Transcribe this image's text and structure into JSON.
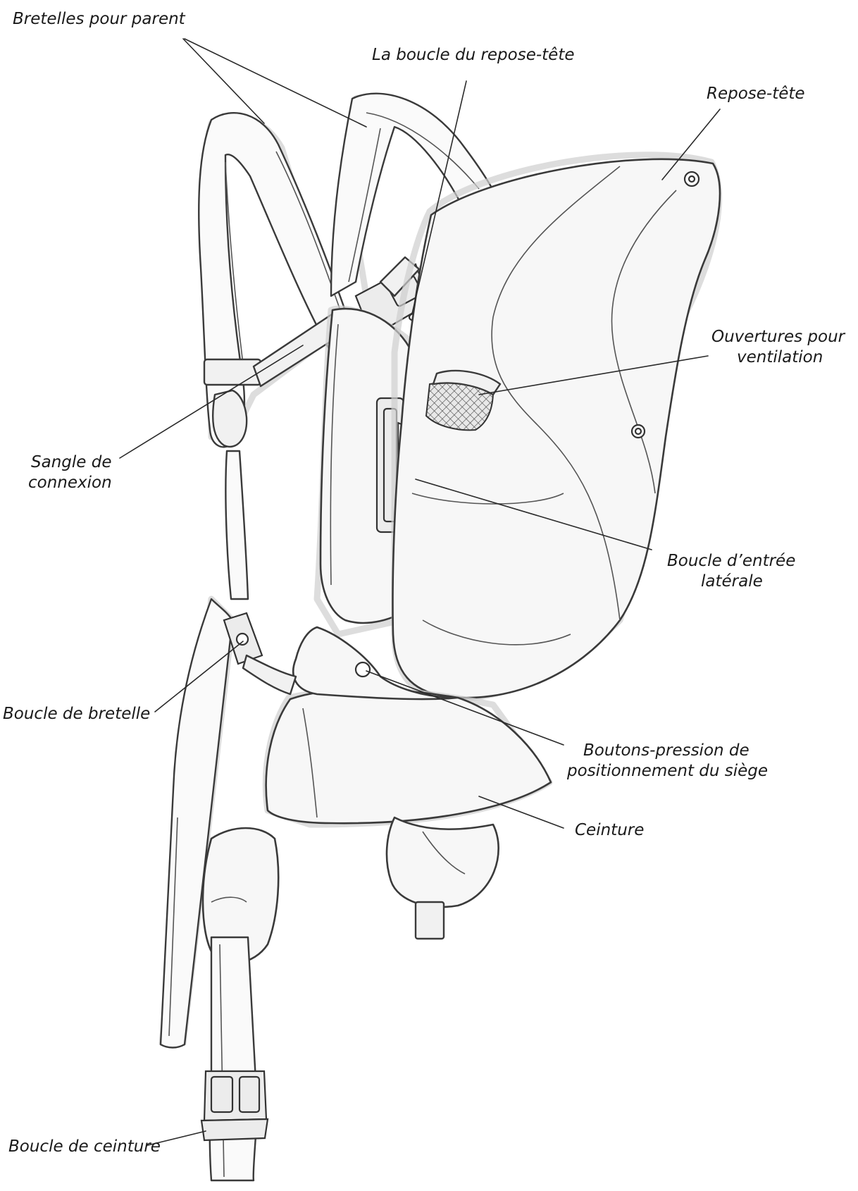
{
  "labels": {
    "bretelles_parent": "Bretelles pour parent",
    "boucle_repose_tete": "La boucle du repose-tête",
    "repose_tete": "Repose-tête",
    "ouvertures_line1": "Ouvertures pour",
    "ouvertures_line2": "ventilation",
    "sangle_line1": "Sangle de",
    "sangle_line2": "connexion",
    "boucle_entree_line1": "Boucle d’entrée",
    "boucle_entree_line2": "latérale",
    "boucle_bretelle": "Boucle de bretelle",
    "boutons_line1": "Boutons-pression de",
    "boutons_line2": "positionnement du siège",
    "ceinture": "Ceinture",
    "boucle_ceinture": "Boucle de ceinture"
  }
}
